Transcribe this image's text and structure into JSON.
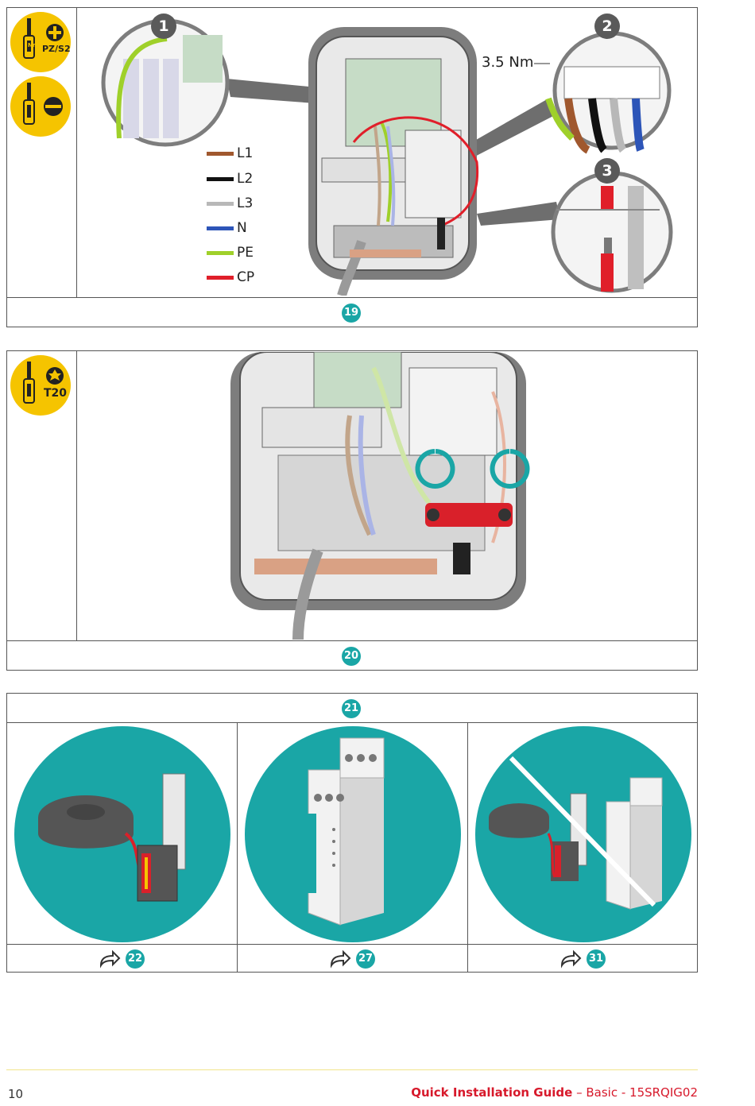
{
  "steps": {
    "step19": {
      "number": "19",
      "tools": [
        {
          "icon": "phillips-screwdriver-icon",
          "label": "PZ/S2",
          "sub_label": "Nm"
        },
        {
          "icon": "flat-screwdriver-icon",
          "label": ""
        }
      ],
      "callouts": [
        "1",
        "2",
        "3"
      ],
      "torque_label": "3.5 Nm",
      "legend": [
        {
          "label": "L1",
          "color": "#a0582e"
        },
        {
          "label": "L2",
          "color": "#111111"
        },
        {
          "label": "L3",
          "color": "#b8b8b8"
        },
        {
          "label": "N",
          "color": "#2d55b8"
        },
        {
          "label": "PE",
          "color": "#9fd02a"
        },
        {
          "label": "CP",
          "color": "#e01f2a"
        }
      ]
    },
    "step20": {
      "number": "20",
      "tools": [
        {
          "icon": "torx-screwdriver-icon",
          "label": "T20"
        }
      ]
    },
    "step21": {
      "number": "21",
      "options": [
        {
          "illustration": "current-clamp-with-module",
          "next_step": "22"
        },
        {
          "illustration": "din-rail-meter",
          "next_step": "27"
        },
        {
          "illustration": "crossed-out-accessories",
          "next_step": "31"
        }
      ]
    }
  },
  "colors": {
    "teal": "#1aa6a6",
    "tool_yellow": "#f5c400",
    "brand_red": "#d7192b"
  },
  "footer": {
    "page_number": "10",
    "title_bold": "Quick Installation Guide",
    "title_rest": " – Basic - 15SRQIG02"
  }
}
